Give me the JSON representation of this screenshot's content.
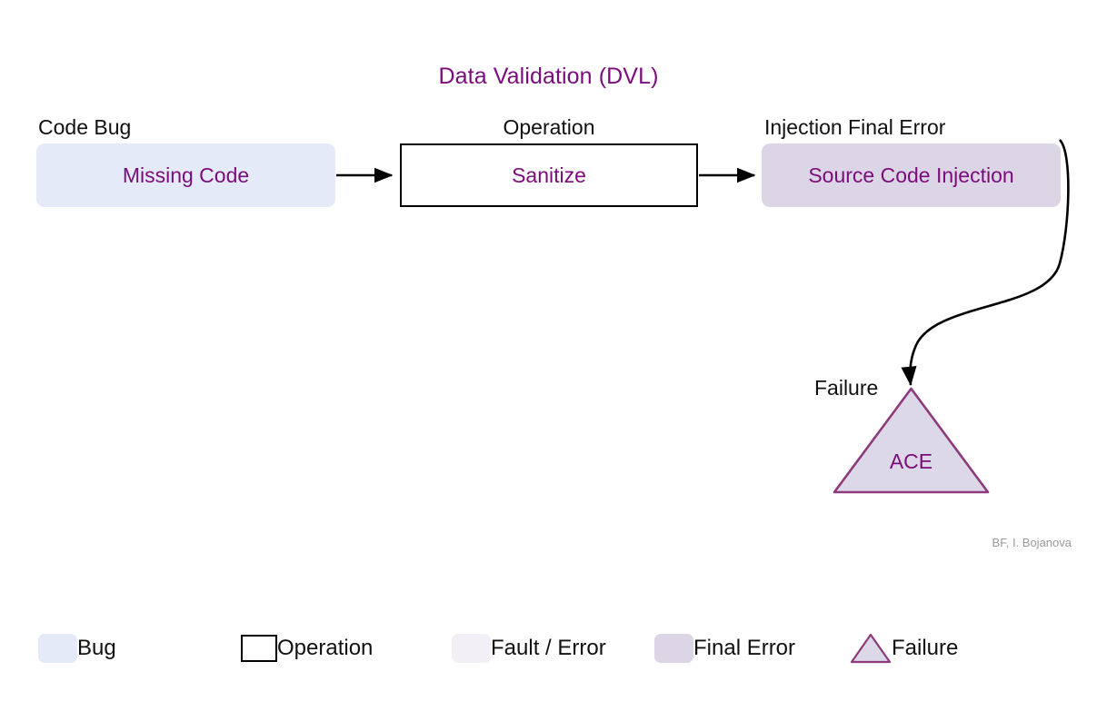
{
  "diagram": {
    "title": "Data Validation (DVL)",
    "attribution": "BF, I. Bojanova",
    "captions": {
      "bug": "Code Bug",
      "operation": "Operation",
      "final_error": "Injection Final Error",
      "failure": "Failure"
    },
    "nodes": {
      "bug": "Missing Code",
      "operation": "Sanitize",
      "final_error": "Source Code Injection",
      "failure": "ACE"
    }
  },
  "legend": {
    "items": [
      {
        "label": "Bug",
        "swatch": "bug-swatch",
        "color": "#E4EAF8"
      },
      {
        "label": "Operation",
        "swatch": "operation-swatch",
        "color": "#FFFFFF"
      },
      {
        "label": "Fault / Error",
        "swatch": "fault-error-swatch",
        "color": "#F2EFF7"
      },
      {
        "label": "Final Error",
        "swatch": "final-error-swatch",
        "color": "#DCD5E6"
      },
      {
        "label": "Failure",
        "swatch": "failure-swatch",
        "color": "#DCD8E8"
      }
    ]
  },
  "colors": {
    "accent_purple": "#7B0C7C",
    "bug_fill": "#E4EAF8",
    "final_error_fill": "#DCD5E6",
    "fault_error_fill": "#F2EFF7",
    "failure_fill": "#DCD8E8",
    "failure_stroke": "#8E3B7C",
    "connector": "#000000",
    "text": "#111111",
    "attribution": "#9A9A9A"
  }
}
